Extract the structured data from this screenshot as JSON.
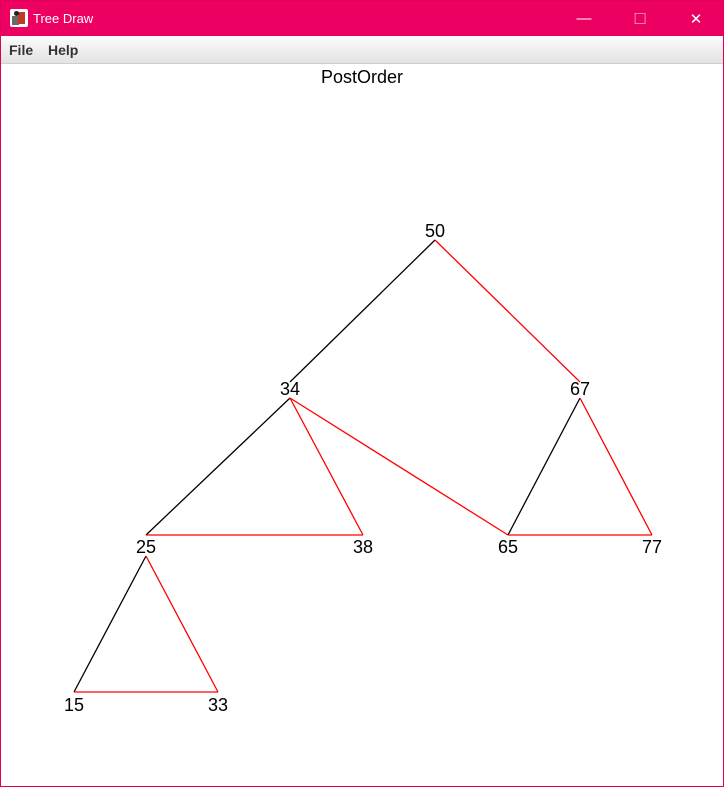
{
  "window": {
    "title": "Tree Draw",
    "controls": {
      "minimize": "—",
      "maximize": "☐",
      "close": "✕"
    }
  },
  "menu": {
    "file": "File",
    "help": "Help"
  },
  "canvas": {
    "title": "PostOrder",
    "nodes": [
      {
        "id": "n50",
        "label": "50"
      },
      {
        "id": "n34",
        "label": "34"
      },
      {
        "id": "n67",
        "label": "67"
      },
      {
        "id": "n25",
        "label": "25"
      },
      {
        "id": "n38",
        "label": "38"
      },
      {
        "id": "n65",
        "label": "65"
      },
      {
        "id": "n77",
        "label": "77"
      },
      {
        "id": "n15",
        "label": "15"
      },
      {
        "id": "n33",
        "label": "33"
      }
    ],
    "edges": [
      {
        "from": "n50",
        "to": "n34",
        "color": "#000000"
      },
      {
        "from": "n50",
        "to": "n67",
        "color": "#ff0000"
      },
      {
        "from": "n34",
        "to": "n25",
        "color": "#000000"
      },
      {
        "from": "n34",
        "to": "n38",
        "color": "#ff0000"
      },
      {
        "from": "n34",
        "to": "n65",
        "color": "#ff0000"
      },
      {
        "from": "n67",
        "to": "n65",
        "color": "#000000"
      },
      {
        "from": "n67",
        "to": "n77",
        "color": "#ff0000"
      },
      {
        "from": "n25",
        "to": "n38",
        "color": "#ff0000"
      },
      {
        "from": "n65",
        "to": "n77",
        "color": "#ff0000"
      },
      {
        "from": "n25",
        "to": "n15",
        "color": "#000000"
      },
      {
        "from": "n25",
        "to": "n33",
        "color": "#ff0000"
      },
      {
        "from": "n15",
        "to": "n33",
        "color": "#ff0000"
      }
    ]
  },
  "colors": {
    "titlebar": "#ec0061",
    "black_edge": "#000000",
    "red_edge": "#ff0000"
  }
}
